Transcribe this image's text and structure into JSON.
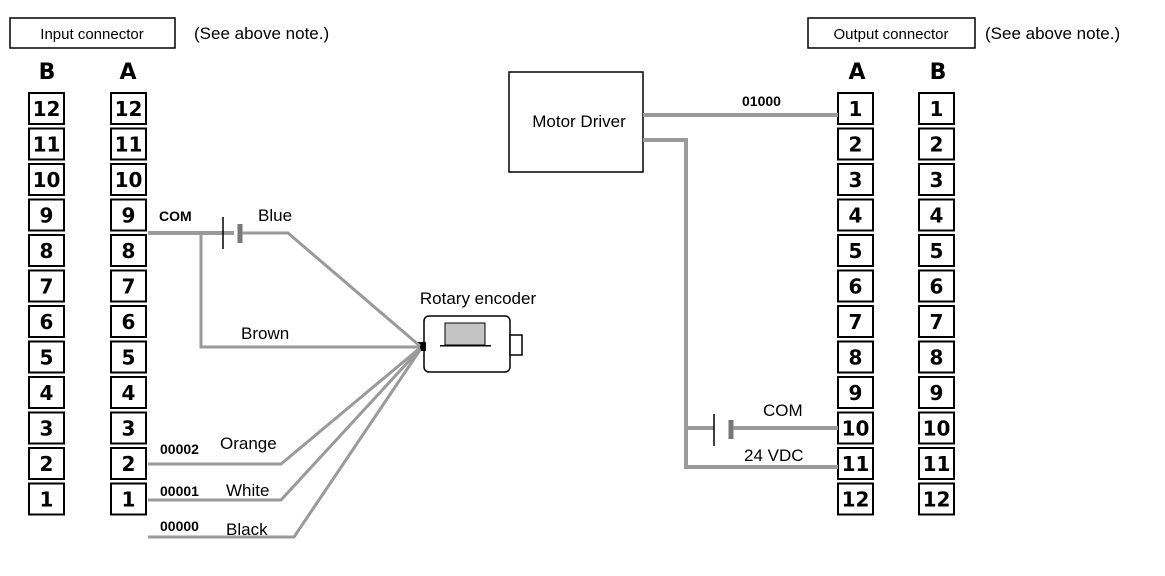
{
  "input_connector": {
    "label": "Input connector",
    "note": "(See above note.)",
    "col_b_header": "B",
    "col_a_header": "A",
    "pins": [
      "12",
      "11",
      "10",
      "9",
      "8",
      "7",
      "6",
      "5",
      "4",
      "3",
      "2",
      "1"
    ]
  },
  "output_connector": {
    "label": "Output connector",
    "note": "(See above note.)",
    "col_a_header": "A",
    "col_b_header": "B",
    "pins": [
      "1",
      "2",
      "3",
      "4",
      "5",
      "6",
      "7",
      "8",
      "9",
      "10",
      "11",
      "12"
    ]
  },
  "motor_driver": {
    "label": "Motor Driver"
  },
  "rotary_encoder": {
    "label": "Rotary encoder"
  },
  "wire_labels": {
    "com_in": "COM",
    "blue": "Blue",
    "brown": "Brown",
    "addr_2": "00002",
    "orange": "Orange",
    "addr_1": "00001",
    "white": "White",
    "addr_0": "00000",
    "black": "Black",
    "out_addr": "01000",
    "com_out": "COM",
    "vdc": "24 VDC"
  }
}
